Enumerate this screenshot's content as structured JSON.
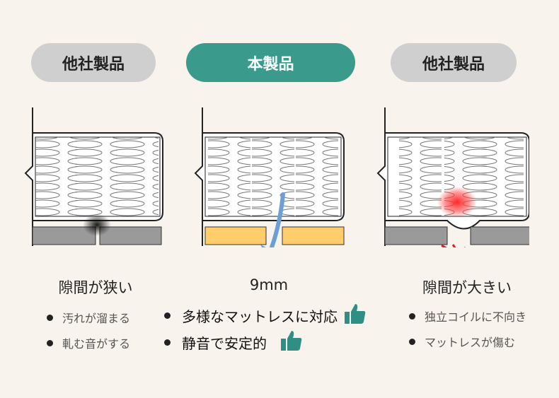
{
  "labels": {
    "left": "他社製品",
    "center": "本製品",
    "right": "他社製品"
  },
  "captions": {
    "left": "隙間が狭い",
    "center": "9mm",
    "right": "隙間が大きい"
  },
  "left_points": [
    "汚れが溜まる",
    "軋む音がする"
  ],
  "center_points": [
    "多様なマットレスに対応",
    "静音で安定的"
  ],
  "right_points": [
    "独立コイルに不向き",
    "マットレスが傷む"
  ],
  "colors": {
    "background": "#f8f3ec",
    "accent": "#3a9a8c",
    "pill_gray": "#cfcfcf",
    "slat_gray": "#9a9a9a",
    "slat_yellow": "#ffcd6b",
    "arrow_blue": "#6b9fd6",
    "heat_red": "#ff2a2a",
    "thumb_teal": "#2f8f84"
  },
  "icons": {
    "good": "thumbs-up-icon",
    "arrow": "down-arrow-icon",
    "impact": "impact-lines-icon"
  }
}
